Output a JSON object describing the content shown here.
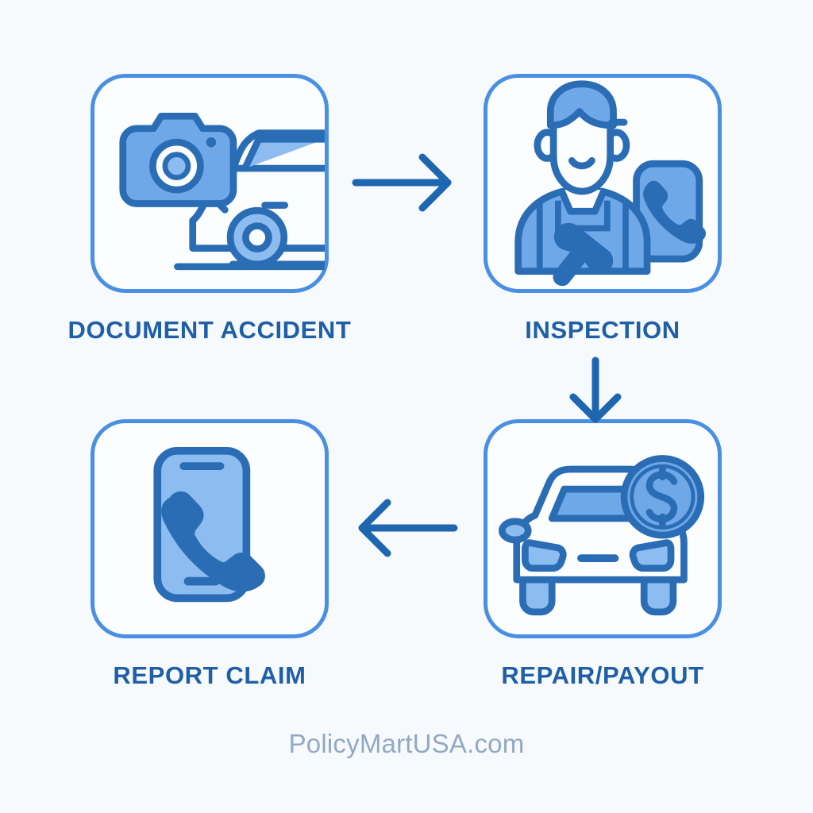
{
  "theme": {
    "background": "#f7fafc",
    "card_background": "#fbfdfe",
    "card_border": "#4a90e2",
    "icon_fill": "#6fa8e8",
    "icon_fill_light": "#8cbcf0",
    "icon_stroke": "#2a6db5",
    "label_color": "#1f5fa8",
    "watermark_color": "#92a9c4",
    "arrow_color": "#1f66b0"
  },
  "diagram": {
    "type": "cycle-flow",
    "title": "",
    "steps": [
      {
        "id": "document-accident",
        "label": "DOCUMENT ACCIDENT",
        "icon": "camera-damaged-car-icon",
        "order": 1
      },
      {
        "id": "inspection",
        "label": "INSPECTION",
        "icon": "mechanic-with-phone-icon",
        "order": 2
      },
      {
        "id": "repair-payout",
        "label": "REPAIR/PAYOUT",
        "icon": "car-dollar-coin-icon",
        "order": 3
      },
      {
        "id": "report-claim",
        "label": "REPORT CLAIM",
        "icon": "smartphone-call-icon",
        "order": 4
      }
    ],
    "connectors": [
      {
        "id": "arrow-right-top",
        "icon": "arrow-right-icon",
        "from": "document-accident",
        "to": "inspection",
        "direction": "right"
      },
      {
        "id": "arrow-down",
        "icon": "arrow-down-icon",
        "from": "inspection",
        "to": "repair-payout",
        "direction": "down"
      },
      {
        "id": "arrow-left-bot",
        "icon": "arrow-left-icon",
        "from": "repair-payout",
        "to": "report-claim",
        "direction": "left"
      }
    ]
  },
  "footer": {
    "watermark": "PolicyMartUSA.com"
  }
}
